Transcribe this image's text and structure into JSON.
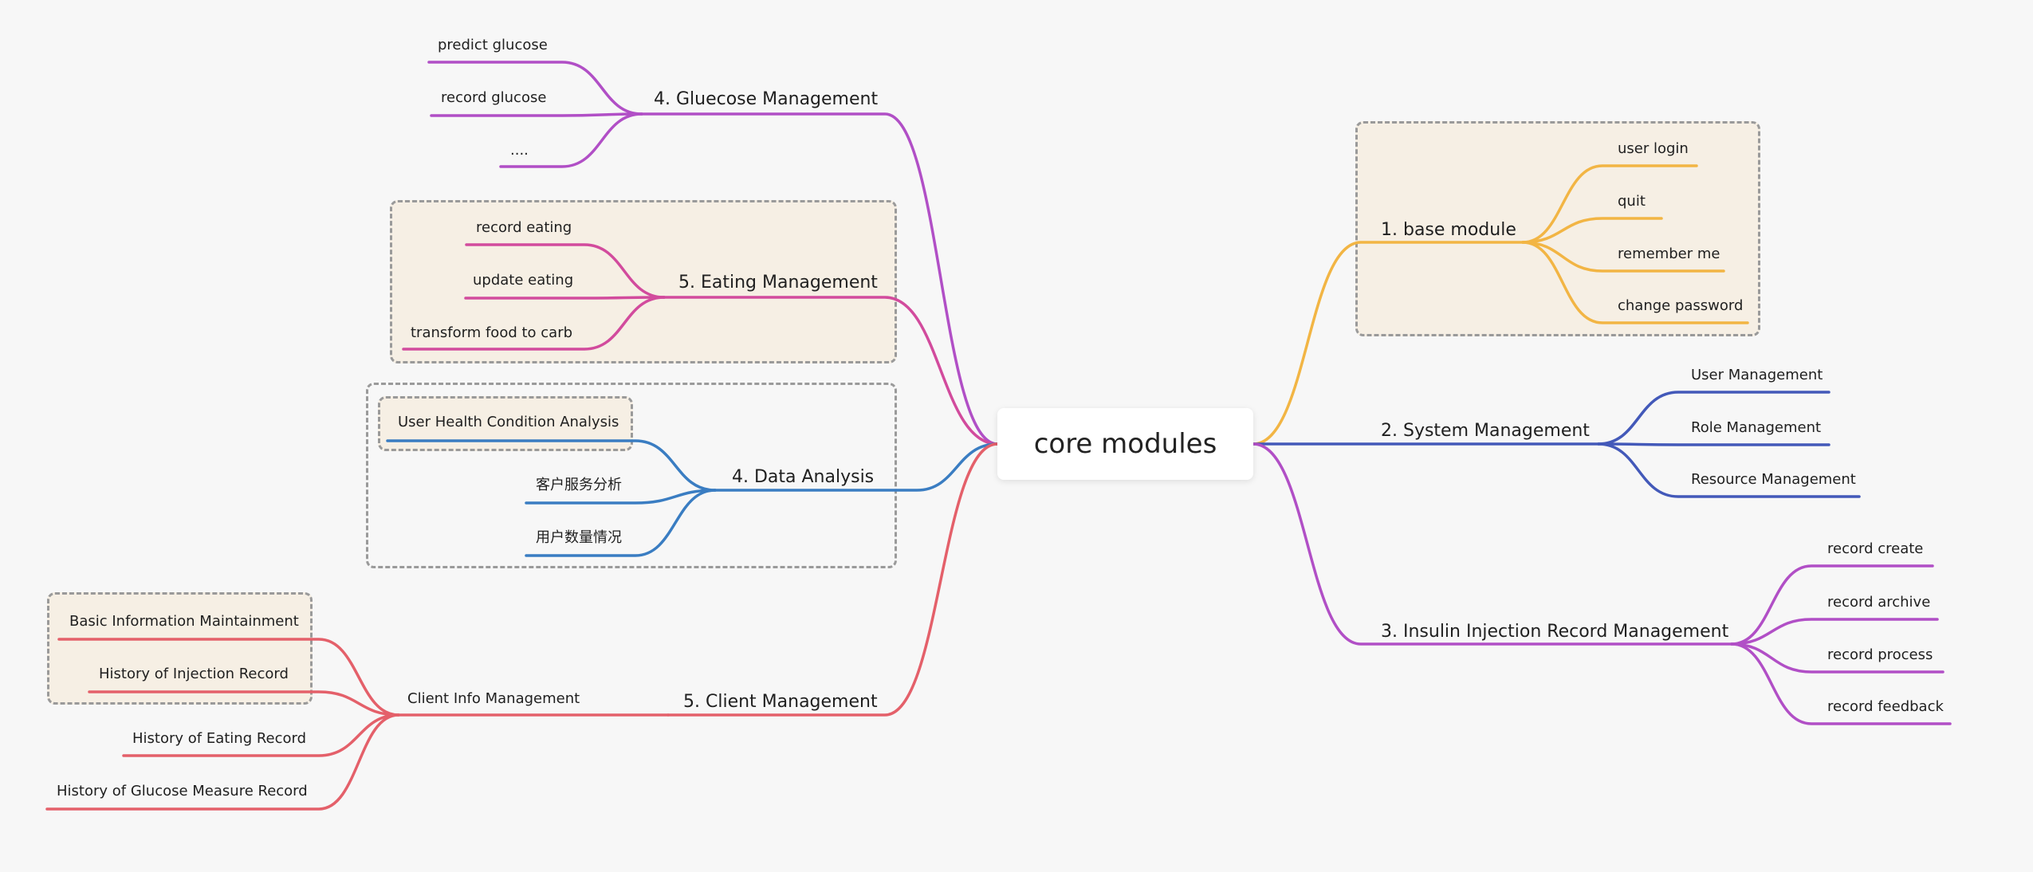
{
  "root": "core modules",
  "colors": {
    "orange": "#f2b544",
    "blue_dark": "#4359b9",
    "purple": "#b14fc6",
    "magenta": "#d24b9d",
    "blue": "#3a7dc2",
    "red": "#e4606a",
    "box_fill": "#f6efe4",
    "box_border": "#9a9a9a",
    "background": "#f7f7f7"
  },
  "right": {
    "base": {
      "label": "1. base module",
      "children": [
        "user login",
        "quit",
        "remember me",
        "change password"
      ]
    },
    "system": {
      "label": "2. System Management",
      "children": [
        "User Management",
        "Role Management",
        "Resource Management"
      ]
    },
    "insulin": {
      "label": "3. Insulin Injection Record Management",
      "children": [
        "record create",
        "record archive",
        "record process",
        "record feedback"
      ]
    }
  },
  "left": {
    "glucose": {
      "label": "4. Gluecose Management",
      "children": [
        "predict glucose",
        "record glucose",
        "...."
      ]
    },
    "eating": {
      "label": "5. Eating Management",
      "children": [
        "record eating",
        "update eating",
        "transform food to carb"
      ]
    },
    "analysis": {
      "label": "4. Data Analysis",
      "children": [
        "User Health Condition Analysis",
        "客户服务分析",
        "用户数量情况"
      ]
    },
    "client": {
      "label": "5. Client Management",
      "sub": {
        "label": "Client Info Management",
        "children": [
          "Basic Information Maintainment",
          "History of Injection Record",
          "History of Eating Record",
          "History of Glucose Measure Record"
        ]
      }
    }
  }
}
